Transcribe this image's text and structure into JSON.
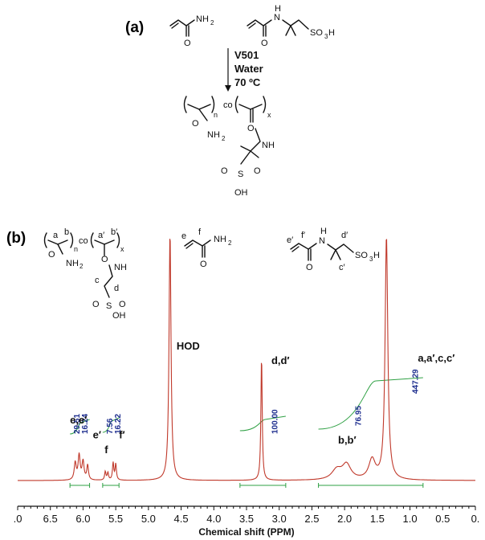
{
  "panel_a": {
    "label": "(a)",
    "reagent_1": "V501",
    "reagent_2": "Water",
    "reagent_3": "70 ºC",
    "monomer_1_nh2": "NH",
    "monomer_1_nh2_sub": "2",
    "monomer_1_o": "O",
    "monomer_2_h": "H",
    "monomer_2_n": "N",
    "monomer_2_o": "O",
    "monomer_2_so3h": "SO",
    "monomer_2_so3h_sub": "3",
    "monomer_2_so3h_tail": "H",
    "polymer_co": "co",
    "polymer_n": "n",
    "polymer_x": "x",
    "polymer_o": "O",
    "polymer_nh2": "NH",
    "polymer_nh2_sub": "2",
    "polymer_nh": "NH",
    "polymer_s": "S",
    "polymer_o1": "O",
    "polymer_o2": "O",
    "polymer_oh": "OH"
  },
  "panel_b": {
    "label": "(b)",
    "struct_labels": {
      "a": "a",
      "b": "b",
      "n": "n",
      "co": "co",
      "a2": "a′",
      "b2": "b′",
      "x": "x",
      "o1": "O",
      "nh2": "NH",
      "nh2_sub": "2",
      "o2": "O",
      "nh": "NH",
      "c": "c",
      "d": "d",
      "o3": "O",
      "s": "S",
      "o4": "O",
      "oh": "OH"
    },
    "monomer_aam": {
      "e": "e",
      "f": "f",
      "nh2": "NH",
      "nh2_sub": "2",
      "o": "O"
    },
    "monomer_amps": {
      "e2": "e′",
      "f2": "f′",
      "h": "H",
      "n": "N",
      "d2": "d′",
      "c2": "c′",
      "o": "O",
      "so3h": "SO",
      "so3h_sub": "3",
      "so3h_tail": "H"
    }
  },
  "chart_data": {
    "type": "line",
    "title": "",
    "xlabel": "Chemical shift (PPM)",
    "ylabel": "",
    "xlim": [
      7.0,
      0.0
    ],
    "x_reversed": true,
    "x_ticks": [
      ".0",
      "6.5",
      "6.0",
      "5.5",
      "5.0",
      "4.5",
      "4.0",
      "3.5",
      "3.0",
      "2.5",
      "2.0",
      "1.5",
      "1.0",
      "0.5",
      "0."
    ],
    "x_tick_values": [
      7.0,
      6.5,
      6.0,
      5.5,
      5.0,
      4.5,
      4.0,
      3.5,
      3.0,
      2.5,
      2.0,
      1.5,
      1.0,
      0.5,
      0.0
    ],
    "spectrum_color": "#c0392b",
    "integral_color": "#2ea043",
    "integral_label_color": "#1f2f8f",
    "peaks": [
      {
        "ppm": 6.12,
        "height": 0.07,
        "width": 0.018
      },
      {
        "ppm": 6.06,
        "height": 0.1,
        "width": 0.018
      },
      {
        "ppm": 6.0,
        "height": 0.075,
        "width": 0.018
      },
      {
        "ppm": 5.93,
        "height": 0.06,
        "width": 0.015
      },
      {
        "ppm": 5.66,
        "height": 0.035,
        "width": 0.012
      },
      {
        "ppm": 5.62,
        "height": 0.03,
        "width": 0.012
      },
      {
        "ppm": 5.54,
        "height": 0.07,
        "width": 0.012
      },
      {
        "ppm": 5.5,
        "height": 0.065,
        "width": 0.012
      },
      {
        "ppm": 4.67,
        "height": 1.0,
        "width": 0.018
      },
      {
        "ppm": 3.27,
        "height": 0.5,
        "width": 0.012
      },
      {
        "ppm": 2.12,
        "height": 0.04,
        "width": 0.09
      },
      {
        "ppm": 1.97,
        "height": 0.06,
        "width": 0.08
      },
      {
        "ppm": 1.58,
        "height": 0.08,
        "width": 0.06
      },
      {
        "ppm": 1.36,
        "height": 0.98,
        "width": 0.025
      }
    ],
    "annotations": [
      {
        "text": "e,e′",
        "ppm": 6.2,
        "level": 0.23
      },
      {
        "text": "e′",
        "ppm": 5.85,
        "level": 0.17
      },
      {
        "text": "f",
        "ppm": 5.67,
        "level": 0.11
      },
      {
        "text": "f′",
        "ppm": 5.45,
        "level": 0.17
      },
      {
        "text": "HOD",
        "ppm": 4.57,
        "level": 0.53
      },
      {
        "text": "d,d′",
        "ppm": 3.12,
        "level": 0.47
      },
      {
        "text": "b,b′",
        "ppm": 2.1,
        "level": 0.15
      },
      {
        "text": "a,a′,c,c′",
        "ppm": 0.88,
        "level": 0.48
      }
    ],
    "integrals": [
      {
        "range": [
          6.2,
          5.9
        ],
        "values": [
          "29.51",
          "16.24"
        ]
      },
      {
        "range": [
          5.7,
          5.45
        ],
        "values": [
          "7.56",
          "16.22"
        ]
      },
      {
        "range": [
          3.6,
          2.9
        ],
        "values": [
          "100.00"
        ]
      },
      {
        "range": [
          2.4,
          0.8
        ],
        "values": [
          "76.95",
          "447.29"
        ]
      }
    ]
  }
}
